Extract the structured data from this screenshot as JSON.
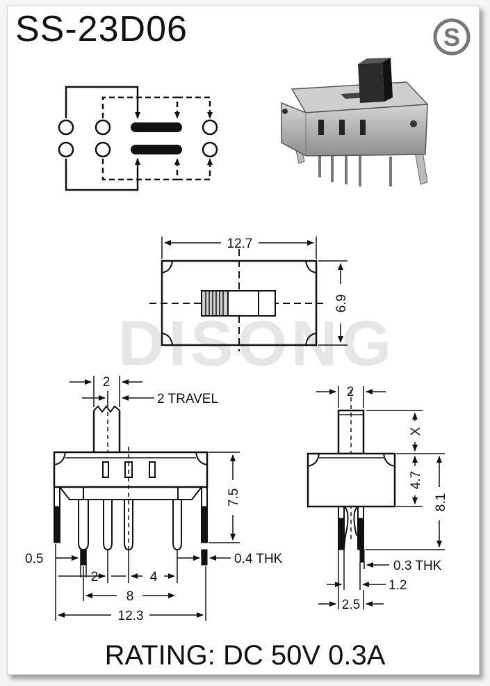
{
  "model": "SS-23D06",
  "logo_letter": "S",
  "watermark": "DISONG",
  "rating": "RATING: DC 50V 0.3A",
  "dimensions": {
    "top_width": "12.7",
    "top_height": "6.9",
    "actuator_width": "2",
    "travel": "2 TRAVEL",
    "body_height": "7.5",
    "pin_width": "0.5",
    "pin_thickness": "0.4 THK",
    "pin_pitch": "2",
    "pin_span_4": "4",
    "pin_span_8": "8",
    "overall_width": "12.3",
    "side_actuator_width": "2",
    "actuator_height_x": "X",
    "side_body_height": "4.7",
    "side_overall_height": "8.1",
    "side_pin_thickness": "0.3 THK",
    "side_pin_offset": "1.2",
    "side_pin_spacing": "2.5"
  },
  "colors": {
    "ink": "#111111",
    "body_gray": "#a9a9a9",
    "frame_shadow": "#555555"
  }
}
